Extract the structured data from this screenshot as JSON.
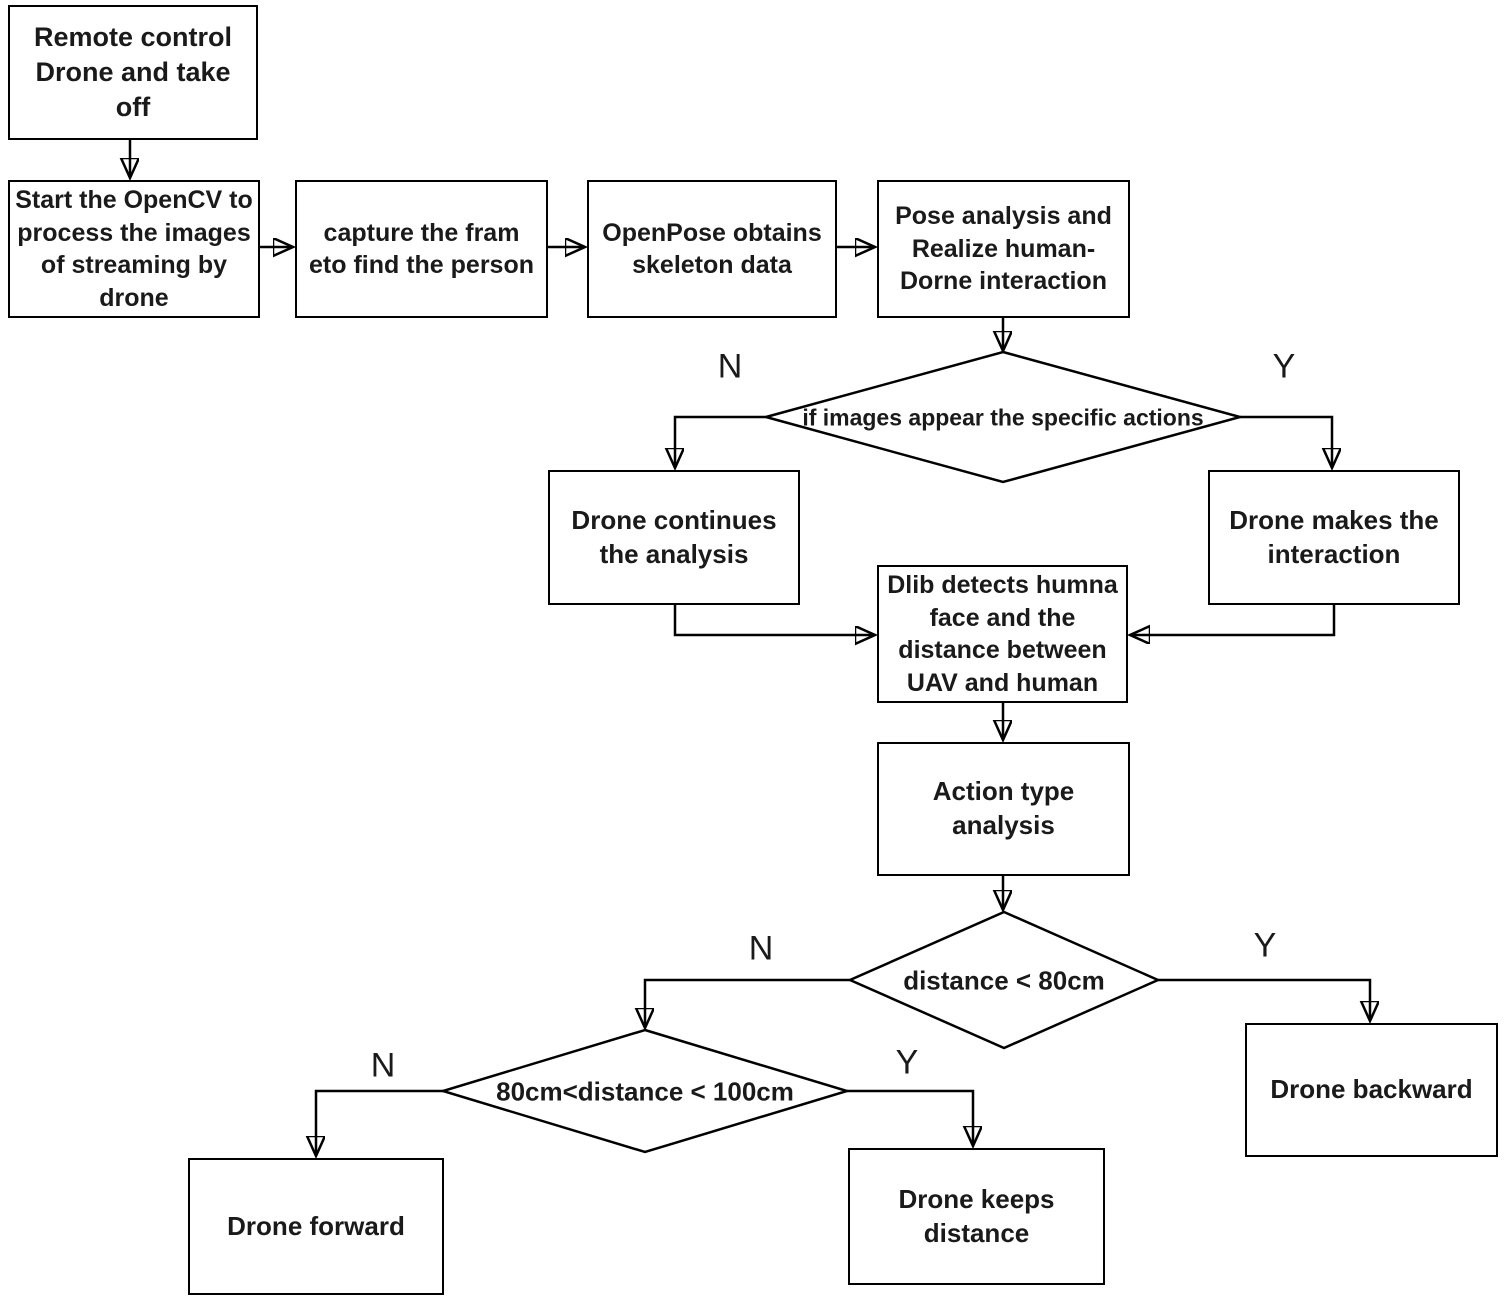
{
  "diagram": {
    "type": "flowchart",
    "background_color": "#ffffff",
    "line_color": "#000000",
    "text_color": "#1a1a1a",
    "shape_fill": "#ffffff"
  },
  "nodes": {
    "remote": {
      "label": "Remote control\nDrone and take\noff"
    },
    "opencv": {
      "label": "Start the OpenCV to\nprocess the images\nof streaming by\ndrone"
    },
    "capture": {
      "label": "capture the fram\neto find the person"
    },
    "openpose": {
      "label": "OpenPose obtains\nskeleton data"
    },
    "pose": {
      "label": "Pose analysis and\nRealize human-\nDorne interaction"
    },
    "continues": {
      "label": "Drone continues\nthe analysis"
    },
    "makes": {
      "label": "Drone makes the\ninteraction"
    },
    "dlib": {
      "label": "Dlib detects humna\nface and the\ndistance between\nUAV and human"
    },
    "action": {
      "label": "Action type\nanalysis"
    },
    "backward": {
      "label": "Drone backward"
    },
    "forward": {
      "label": "Drone forward"
    },
    "keeps": {
      "label": "Drone keeps\ndistance"
    }
  },
  "decisions": {
    "specific_actions": {
      "label": "if images appear the specific actions",
      "no_label": "N",
      "yes_label": "Y"
    },
    "distance_80": {
      "label": "distance < 80cm",
      "no_label": "N",
      "yes_label": "Y"
    },
    "distance_80_100": {
      "label": "80cm<distance < 100cm",
      "no_label": "N",
      "yes_label": "Y"
    }
  },
  "edges": [
    {
      "from": "remote",
      "to": "opencv",
      "branch": ""
    },
    {
      "from": "opencv",
      "to": "capture",
      "branch": ""
    },
    {
      "from": "capture",
      "to": "openpose",
      "branch": ""
    },
    {
      "from": "openpose",
      "to": "pose",
      "branch": ""
    },
    {
      "from": "pose",
      "to": "specific_actions",
      "branch": ""
    },
    {
      "from": "specific_actions",
      "to": "continues",
      "branch": "N"
    },
    {
      "from": "specific_actions",
      "to": "makes",
      "branch": "Y"
    },
    {
      "from": "continues",
      "to": "dlib",
      "branch": ""
    },
    {
      "from": "makes",
      "to": "dlib",
      "branch": ""
    },
    {
      "from": "dlib",
      "to": "action",
      "branch": ""
    },
    {
      "from": "action",
      "to": "distance_80",
      "branch": ""
    },
    {
      "from": "distance_80",
      "to": "distance_80_100",
      "branch": "N"
    },
    {
      "from": "distance_80",
      "to": "backward",
      "branch": "Y"
    },
    {
      "from": "distance_80_100",
      "to": "forward",
      "branch": "N"
    },
    {
      "from": "distance_80_100",
      "to": "keeps",
      "branch": "Y"
    }
  ]
}
